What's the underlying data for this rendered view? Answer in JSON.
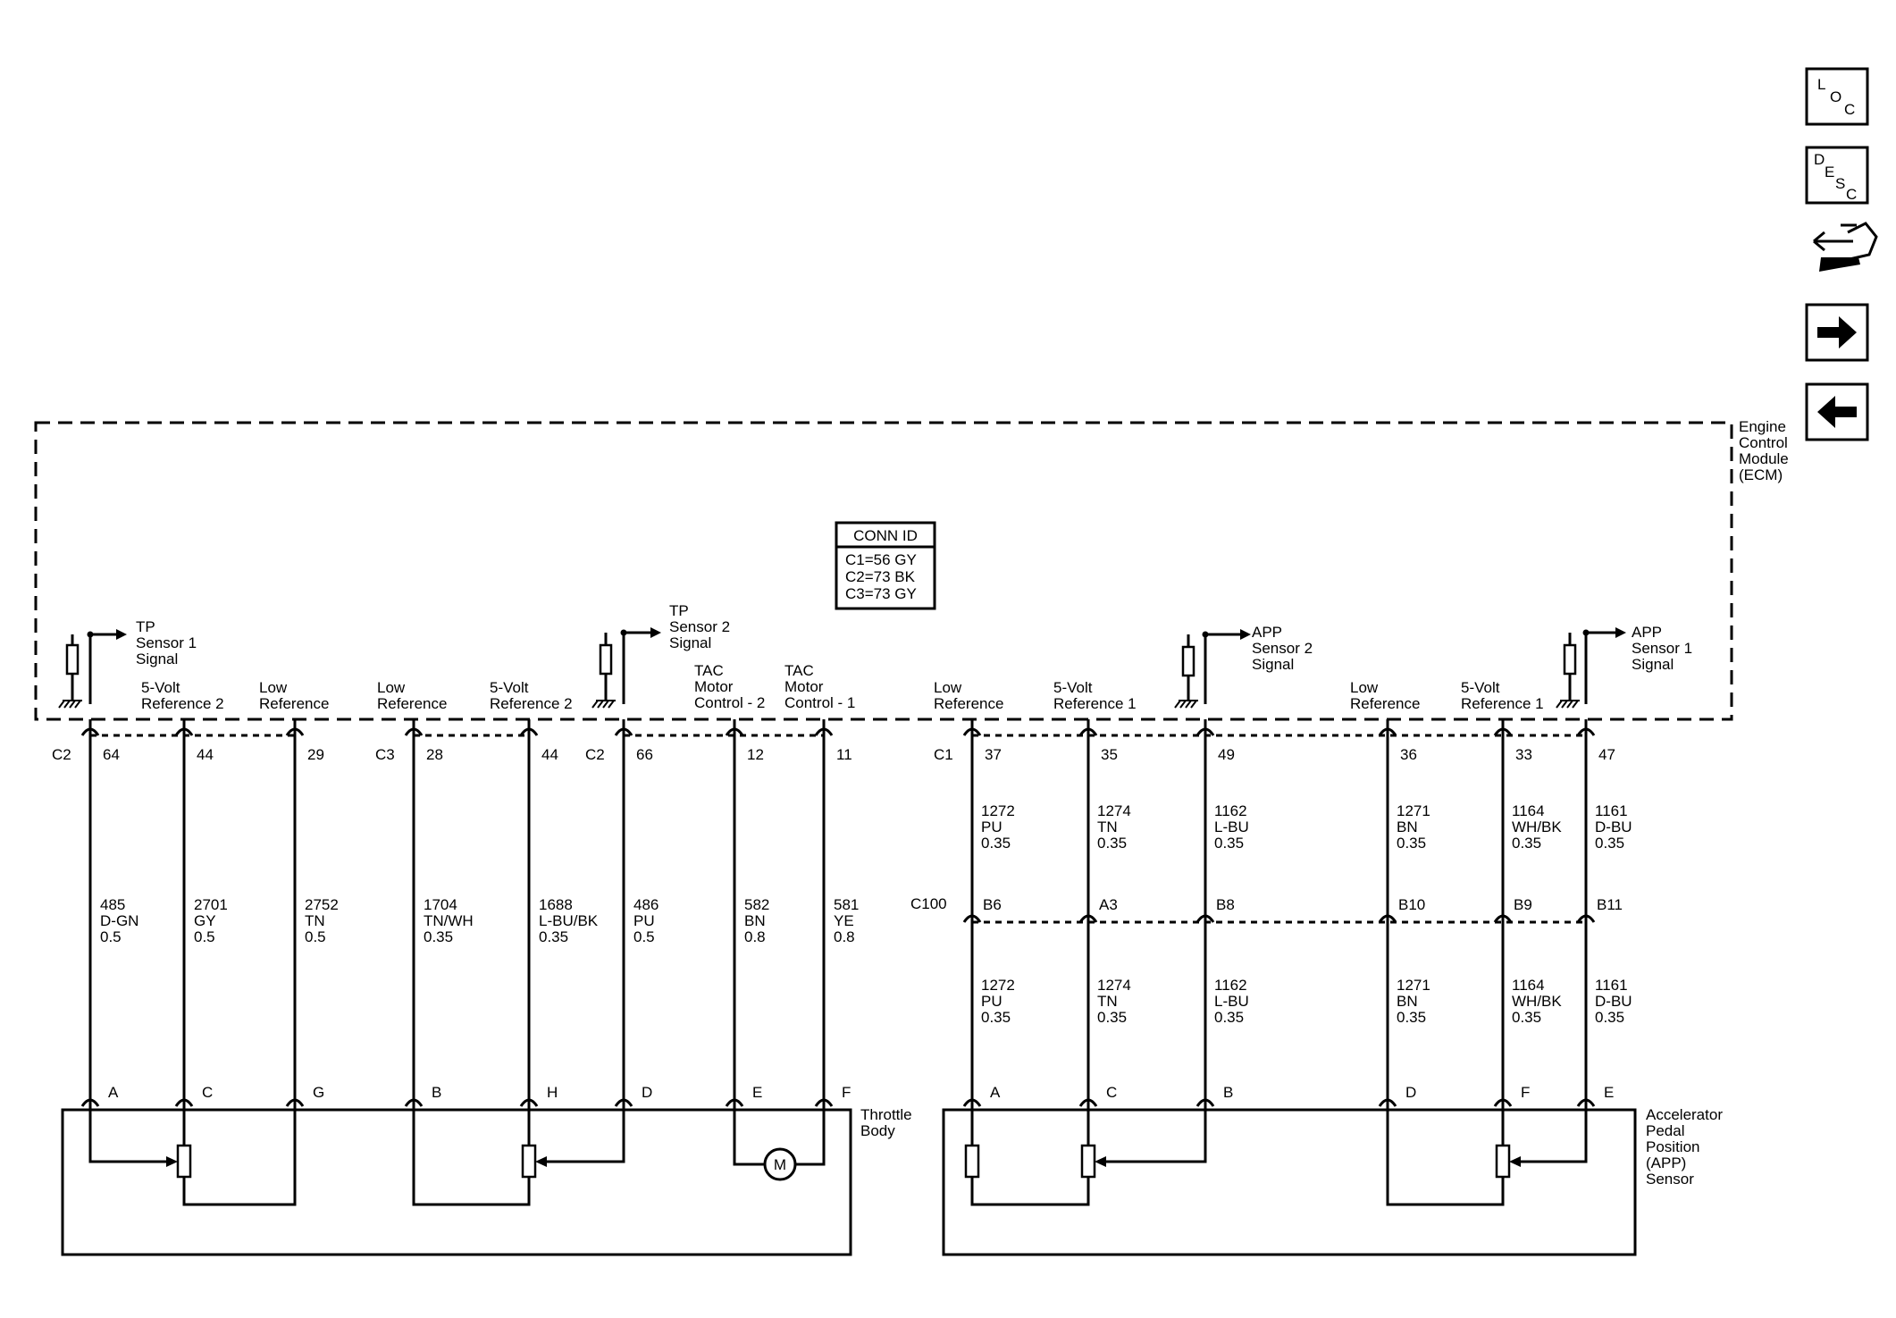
{
  "nav_icons": [
    {
      "name": "loc-icon",
      "letters": [
        "L",
        "O",
        "C"
      ]
    },
    {
      "name": "desc-icon",
      "letters": [
        "D",
        "E",
        "S",
        "C"
      ]
    },
    {
      "name": "connector-swap-icon"
    },
    {
      "name": "next-arrow-icon"
    },
    {
      "name": "previous-arrow-icon"
    }
  ],
  "ecm": {
    "label": [
      "Engine",
      "Control",
      "Module",
      "(ECM)"
    ],
    "conn_id": {
      "title": "CONN ID",
      "lines": [
        "C1=56 GY",
        "C2=73 BK",
        "C3=73 GY"
      ]
    }
  },
  "signals": {
    "tp1": [
      "TP",
      "Sensor 1",
      "Signal"
    ],
    "tp2": [
      "TP",
      "Sensor 2",
      "Signal"
    ],
    "app2": [
      "APP",
      "Sensor 2",
      "Signal"
    ],
    "app1": [
      "APP",
      "Sensor 1",
      "Signal"
    ]
  },
  "connectors": {
    "c2a": "C2",
    "c3": "C3",
    "c2b": "C2",
    "c1": "C1",
    "c100": "C100"
  },
  "circuits": [
    {
      "id": "w1",
      "pin": "64",
      "label": null,
      "wire": [
        "485",
        "D-GN",
        "0.5"
      ],
      "comp_pin": "A"
    },
    {
      "id": "w2",
      "pin": "44",
      "label": [
        "5-Volt",
        "Reference 2"
      ],
      "wire": [
        "2701",
        "GY",
        "0.5"
      ],
      "comp_pin": "C"
    },
    {
      "id": "w3",
      "pin": "29",
      "label": [
        "Low",
        "Reference"
      ],
      "wire": [
        "2752",
        "TN",
        "0.5"
      ],
      "comp_pin": "G"
    },
    {
      "id": "w4",
      "pin": "28",
      "label": [
        "Low",
        "Reference"
      ],
      "wire": [
        "1704",
        "TN/WH",
        "0.35"
      ],
      "comp_pin": "B"
    },
    {
      "id": "w5",
      "pin": "44",
      "label": [
        "5-Volt",
        "Reference 2"
      ],
      "wire": [
        "1688",
        "L-BU/BK",
        "0.35"
      ],
      "comp_pin": "H"
    },
    {
      "id": "w6",
      "pin": "66",
      "label": null,
      "wire": [
        "486",
        "PU",
        "0.5"
      ],
      "comp_pin": "D"
    },
    {
      "id": "w7",
      "pin": "12",
      "label": [
        "TAC",
        "Motor",
        "Control - 2"
      ],
      "wire": [
        "582",
        "BN",
        "0.8"
      ],
      "comp_pin": "E"
    },
    {
      "id": "w8",
      "pin": "11",
      "label": [
        "TAC",
        "Motor",
        "Control - 1"
      ],
      "wire": [
        "581",
        "YE",
        "0.8"
      ],
      "comp_pin": "F"
    },
    {
      "id": "w9",
      "pin": "37",
      "label": [
        "Low",
        "Reference"
      ],
      "wire": [
        "1272",
        "PU",
        "0.35"
      ],
      "c100_pin": "B6",
      "wire2": [
        "1272",
        "PU",
        "0.35"
      ],
      "comp_pin": "A"
    },
    {
      "id": "w10",
      "pin": "35",
      "label": [
        "5-Volt",
        "Reference 1"
      ],
      "wire": [
        "1274",
        "TN",
        "0.35"
      ],
      "c100_pin": "A3",
      "wire2": [
        "1274",
        "TN",
        "0.35"
      ],
      "comp_pin": "C"
    },
    {
      "id": "w11",
      "pin": "49",
      "label": null,
      "wire": [
        "1162",
        "L-BU",
        "0.35"
      ],
      "c100_pin": "B8",
      "wire2": [
        "1162",
        "L-BU",
        "0.35"
      ],
      "comp_pin": "B"
    },
    {
      "id": "w12",
      "pin": "36",
      "label": [
        "Low",
        "Reference"
      ],
      "wire": [
        "1271",
        "BN",
        "0.35"
      ],
      "c100_pin": "B10",
      "wire2": [
        "1271",
        "BN",
        "0.35"
      ],
      "comp_pin": "D"
    },
    {
      "id": "w13",
      "pin": "33",
      "label": [
        "5-Volt",
        "Reference 1"
      ],
      "wire": [
        "1164",
        "WH/BK",
        "0.35"
      ],
      "c100_pin": "B9",
      "wire2": [
        "1164",
        "WH/BK",
        "0.35"
      ],
      "comp_pin": "F"
    },
    {
      "id": "w14",
      "pin": "47",
      "label": null,
      "wire": [
        "1161",
        "D-BU",
        "0.35"
      ],
      "c100_pin": "B11",
      "wire2": [
        "1161",
        "D-BU",
        "0.35"
      ],
      "comp_pin": "E"
    }
  ],
  "components": {
    "throttle_body": [
      "Throttle",
      "Body"
    ],
    "app_sensor": [
      "Accelerator",
      "Pedal",
      "Position",
      "(APP)",
      "Sensor"
    ],
    "motor": "M"
  }
}
